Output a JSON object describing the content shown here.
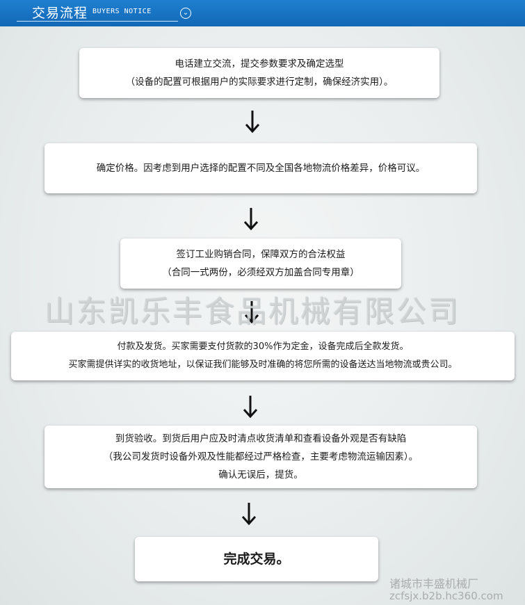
{
  "header": {
    "title": "交易流程",
    "subtitle": "BUYERS NOTICE",
    "icon": "chevron-down-circle-icon"
  },
  "steps": [
    {
      "lines": [
        "电话建立交流，提交参数要求及确定选型",
        "（设备的配置可根据用户的实际要求进行定制，确保经济实用）。"
      ]
    },
    {
      "lines": [
        "确定价格。因考虑到用户选择的配置不同及全国各地物流价格差异，价格可议。"
      ]
    },
    {
      "lines": [
        "签订工业购销合同，保障双方的合法权益",
        "（合同一式两份，必须经双方加盖合同专用章）"
      ]
    },
    {
      "lines": [
        "付款及发货。买家需要支付货款的30%作为定金，设备完成后全款发货。",
        "买家需提供详实的收货地址，以保证我们能够及时准确的将您所需的设备送达当地物流或贵公司。"
      ]
    },
    {
      "lines": [
        "到货验收。到货后用户应及时清点收货清单和查看设备外观是否有缺陷",
        "（我公司发货时设备外观及性能都经过严格检查，主要考虑物流运输因素）。",
        "确认无误后，提货。"
      ]
    },
    {
      "lines": [
        "完成交易。"
      ]
    }
  ],
  "arrow_icon": "arrow-down-icon",
  "watermark": "山东凯乐丰食品机械有限公司",
  "footer": {
    "company": "诸城市丰盛机械厂",
    "domain": "zcfsjx.b2b.hc360.com"
  }
}
